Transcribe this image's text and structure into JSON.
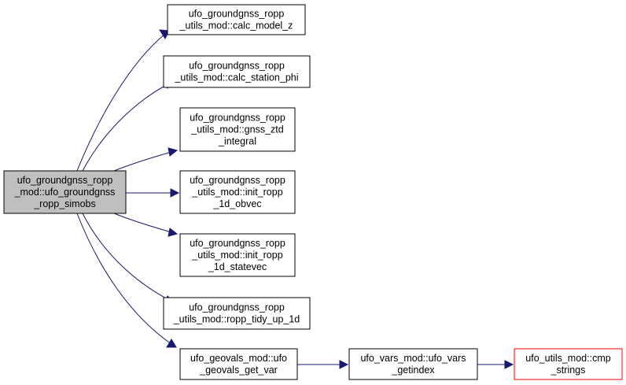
{
  "graph": {
    "colors": {
      "edge": "#191970",
      "root_fill": "#bfbfbf",
      "root_border": "#000000",
      "node_fill": "#ffffff",
      "node_border": "#000000",
      "undocumented_border": "#ff0000"
    },
    "nodes": [
      {
        "id": "root",
        "lines": [
          "ufo_groundgnss_ropp",
          "_mod::ufo_groundgnss",
          "_ropp_simobs"
        ]
      },
      {
        "id": "calc_model_z",
        "lines": [
          "ufo_groundgnss_ropp",
          "_utils_mod::calc_model_z"
        ]
      },
      {
        "id": "calc_station_phi",
        "lines": [
          "ufo_groundgnss_ropp",
          "_utils_mod::calc_station_phi"
        ]
      },
      {
        "id": "gnss_ztd_integral",
        "lines": [
          "ufo_groundgnss_ropp",
          "_utils_mod::gnss_ztd",
          "_integral"
        ]
      },
      {
        "id": "init_ropp_1d_obvec",
        "lines": [
          "ufo_groundgnss_ropp",
          "_utils_mod::init_ropp",
          "_1d_obvec"
        ]
      },
      {
        "id": "init_ropp_1d_statevec",
        "lines": [
          "ufo_groundgnss_ropp",
          "_utils_mod::init_ropp",
          "_1d_statevec"
        ]
      },
      {
        "id": "ropp_tidy_up_1d",
        "lines": [
          "ufo_groundgnss_ropp",
          "_utils_mod::ropp_tidy_up_1d"
        ]
      },
      {
        "id": "ufo_geovals_get_var",
        "lines": [
          "ufo_geovals_mod::ufo",
          "_geovals_get_var"
        ]
      },
      {
        "id": "ufo_vars_getindex",
        "lines": [
          "ufo_vars_mod::ufo_vars",
          "_getindex"
        ]
      },
      {
        "id": "cmp_strings",
        "lines": [
          "ufo_utils_mod::cmp",
          "_strings"
        ]
      }
    ],
    "edges": [
      {
        "from": "root",
        "to": "calc_model_z"
      },
      {
        "from": "root",
        "to": "calc_station_phi"
      },
      {
        "from": "root",
        "to": "gnss_ztd_integral"
      },
      {
        "from": "root",
        "to": "init_ropp_1d_obvec"
      },
      {
        "from": "root",
        "to": "init_ropp_1d_statevec"
      },
      {
        "from": "root",
        "to": "ropp_tidy_up_1d"
      },
      {
        "from": "root",
        "to": "ufo_geovals_get_var"
      },
      {
        "from": "ufo_geovals_get_var",
        "to": "ufo_vars_getindex"
      },
      {
        "from": "ufo_vars_getindex",
        "to": "cmp_strings"
      }
    ]
  }
}
